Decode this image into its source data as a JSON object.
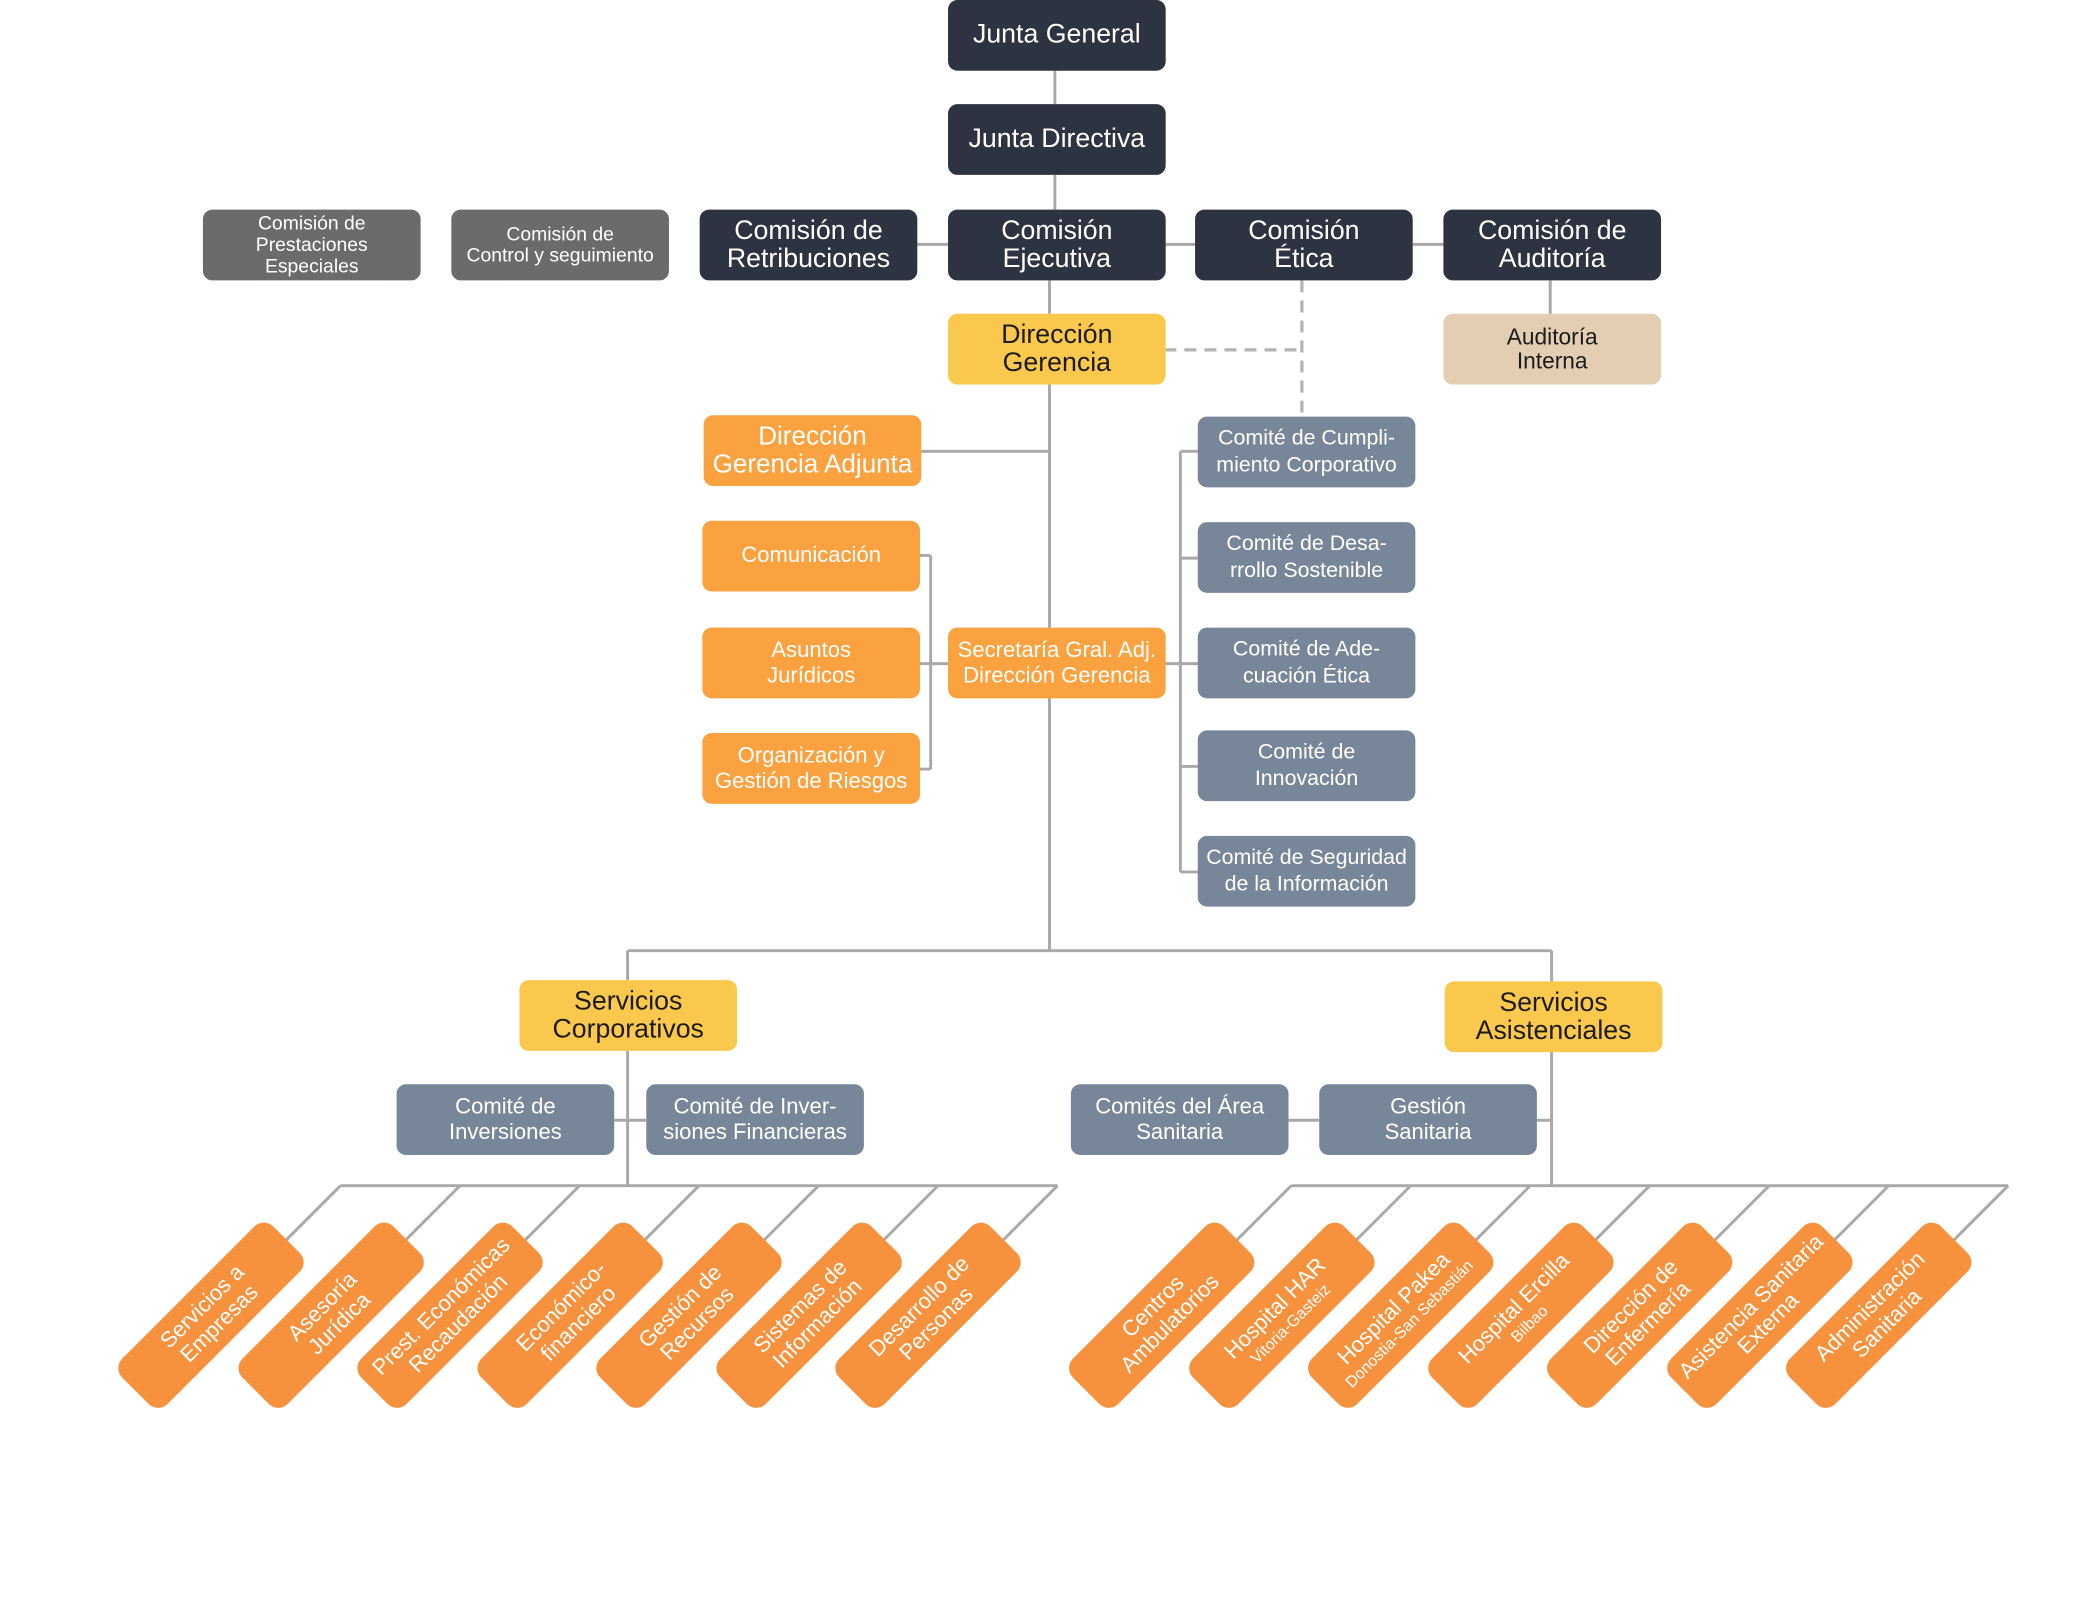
{
  "governance": {
    "junta_general": "Junta General",
    "junta_directiva": "Junta Directiva",
    "comisiones": {
      "prestaciones": "Comisión de\nPrestaciones\nEspeciales",
      "control": "Comisión de\nControl y seguimiento",
      "retribuciones": "Comisión de\nRetribuciones",
      "ejecutiva": "Comisión\nEjecutiva",
      "etica": "Comisión\nÉtica",
      "auditoria": "Comisión de\nAuditoría"
    },
    "auditoria_interna": "Auditoría\nInterna"
  },
  "direccion": {
    "gerencia": "Dirección\nGerencia",
    "gerencia_adjunta": "Dirección\nGerencia Adjunta",
    "secretaria": "Secretaría Gral. Adj.\nDirección Gerencia",
    "staff": [
      "Comunicación",
      "Asuntos\nJurídicos",
      "Organización y\nGestión de Riesgos"
    ],
    "comites": [
      "Comité de Cumpli-\nmiento Corporativo",
      "Comité de Desa-\nrrollo Sostenible",
      "Comité de Ade-\ncuación Ética",
      "Comité de\nInnovación",
      "Comité de Seguridad\nde la Información"
    ]
  },
  "servicios_corporativos": {
    "title": "Servicios\nCorporativos",
    "unidades": [
      "Comité de\nInversiones",
      "Comité de Inver-\nsiones Financieras"
    ],
    "areas": [
      {
        "label": "Servicios a\nEmpresas"
      },
      {
        "label": "Asesoría\nJurídica"
      },
      {
        "label": "Prest. Económicas\nRecaudación"
      },
      {
        "label": "Económico-\nfinanciero"
      },
      {
        "label": "Gestión de\nRecursos"
      },
      {
        "label": "Sistemas de\nInformación"
      },
      {
        "label": "Desarrollo de\nPersonas"
      }
    ]
  },
  "servicios_asistenciales": {
    "title": "Servicios\nAsistenciales",
    "unidades": [
      "Comités del Área\nSanitaria",
      "Gestión\nSanitaria"
    ],
    "areas": [
      {
        "label": "Centros\nAmbulatorios"
      },
      {
        "label": "Hospital HAR",
        "sublabel": "Vitoria-Gasteiz"
      },
      {
        "label": "Hospital Pakea",
        "sublabel": "Donostia-San Sebastián"
      },
      {
        "label": "Hospital Ercilla",
        "sublabel": "Bilbao"
      },
      {
        "label": "Dirección de\nEnfermería"
      },
      {
        "label": "Asistencia Sanitaria\nExterna"
      },
      {
        "label": "Administración\nSanitaria"
      }
    ]
  },
  "colors": {
    "governance": "#2d3340",
    "special_commissions": "#6b6b6b",
    "management": "#fac84c",
    "staff": "#f9a23f",
    "areas": "#f6913d",
    "committees": "#778799",
    "internal_audit": "#e3ceb2",
    "connector": "#a9a9a9",
    "connector_dashed": "#b3b3b3"
  }
}
